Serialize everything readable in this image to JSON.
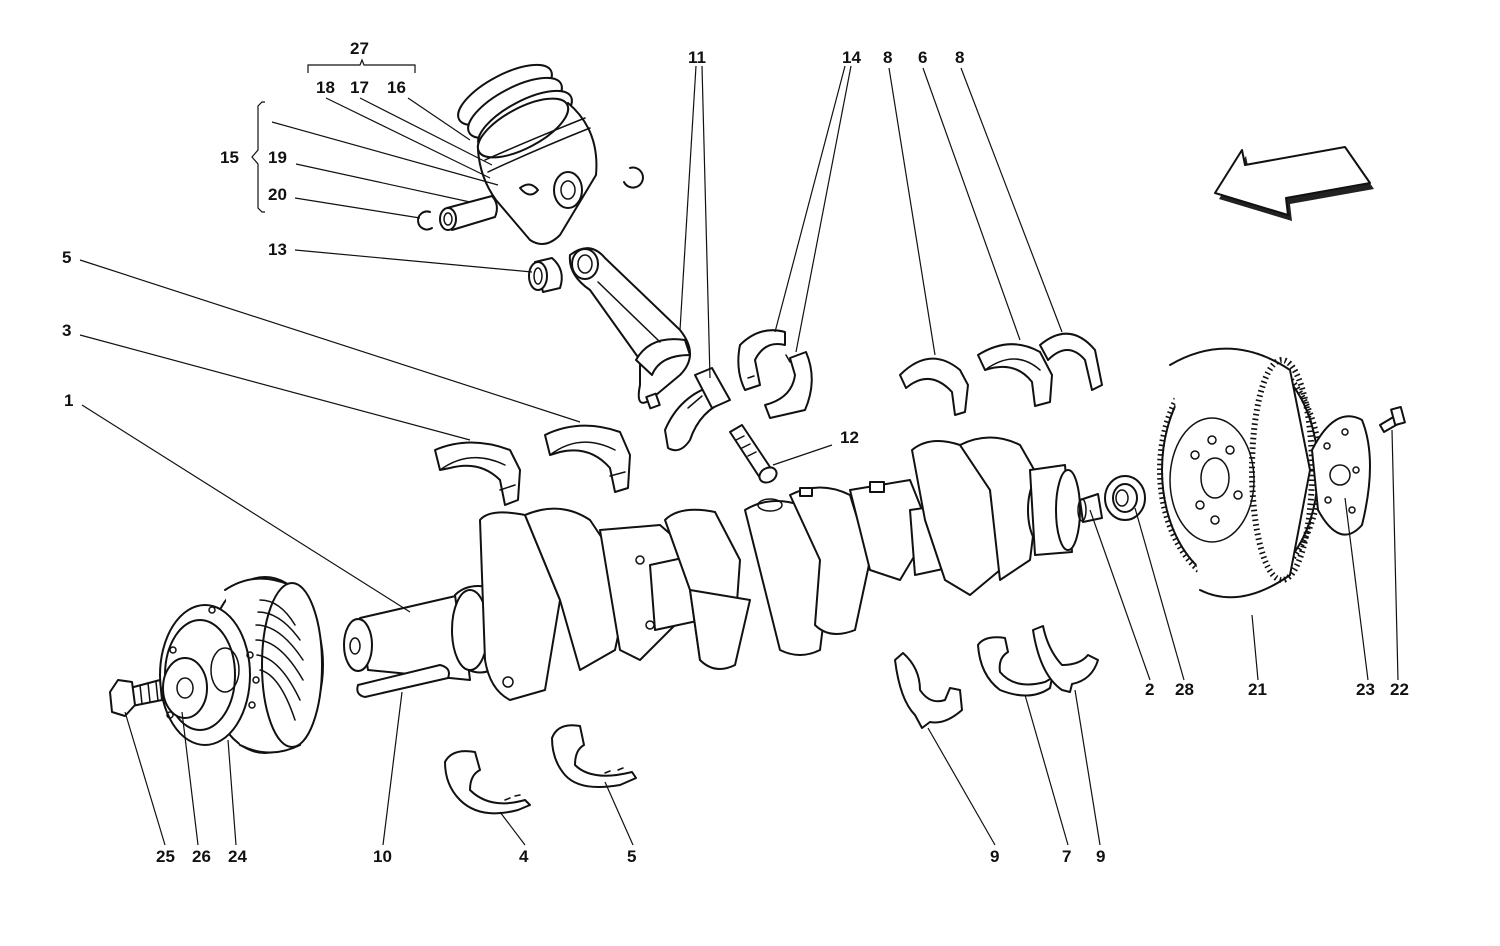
{
  "callouts": [
    {
      "id": "c27",
      "text": "27"
    },
    {
      "id": "c18",
      "text": "18"
    },
    {
      "id": "c17",
      "text": "17"
    },
    {
      "id": "c16",
      "text": "16"
    },
    {
      "id": "c15",
      "text": "15"
    },
    {
      "id": "c19",
      "text": "19"
    },
    {
      "id": "c20",
      "text": "20"
    },
    {
      "id": "c13",
      "text": "13"
    },
    {
      "id": "c5a",
      "text": "5"
    },
    {
      "id": "c3",
      "text": "3"
    },
    {
      "id": "c1",
      "text": "1"
    },
    {
      "id": "c11",
      "text": "11"
    },
    {
      "id": "c14",
      "text": "14"
    },
    {
      "id": "c8a",
      "text": "8"
    },
    {
      "id": "c6",
      "text": "6"
    },
    {
      "id": "c8b",
      "text": "8"
    },
    {
      "id": "c12",
      "text": "12"
    },
    {
      "id": "c2",
      "text": "2"
    },
    {
      "id": "c28",
      "text": "28"
    },
    {
      "id": "c21",
      "text": "21"
    },
    {
      "id": "c23",
      "text": "23"
    },
    {
      "id": "c22",
      "text": "22"
    },
    {
      "id": "c25",
      "text": "25"
    },
    {
      "id": "c26",
      "text": "26"
    },
    {
      "id": "c24",
      "text": "24"
    },
    {
      "id": "c10",
      "text": "10"
    },
    {
      "id": "c4",
      "text": "4"
    },
    {
      "id": "c5b",
      "text": "5"
    },
    {
      "id": "c9a",
      "text": "9"
    },
    {
      "id": "c7",
      "text": "7"
    },
    {
      "id": "c9b",
      "text": "9"
    }
  ],
  "direction_arrow": {
    "icon": "direction-arrow-icon",
    "points_to": "left-down"
  }
}
